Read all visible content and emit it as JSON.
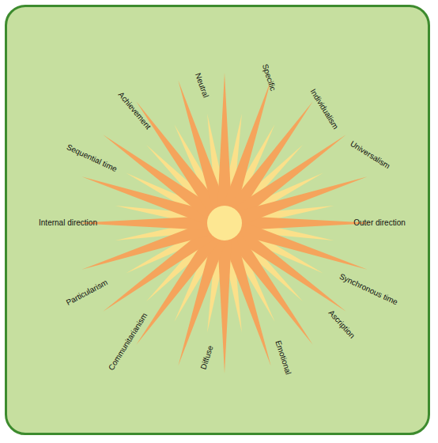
{
  "diagram": {
    "labels": [
      "Neutral",
      "Specific",
      "Individualism",
      "Universalism",
      "Outer direction",
      "Synchronous time",
      "Ascription",
      "Emotional",
      "Diffuse",
      "Communitarianism",
      "Particularism",
      "Internal direction",
      "Sequential time",
      "Achievement"
    ]
  }
}
